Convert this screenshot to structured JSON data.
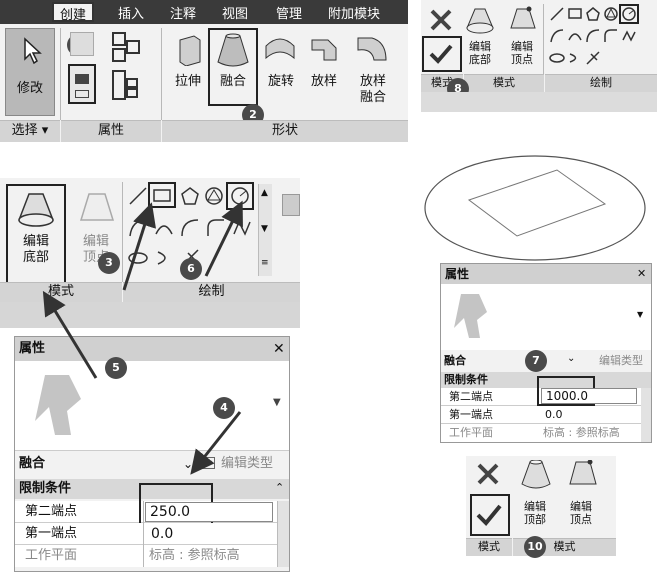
{
  "ribbon": {
    "tabs": [
      "创建",
      "插入",
      "注释",
      "视图",
      "管理",
      "附加模块"
    ],
    "modify_label": "修改",
    "select_label": "选择 ▾",
    "properties_label": "属性",
    "form_tools": [
      "拉伸",
      "融合",
      "旋转",
      "放样",
      "放样\n融合"
    ],
    "shape_label": "形状"
  },
  "mode_panel": {
    "edit_base": "编辑\n底部",
    "edit_vertex": "编辑\n顶点",
    "edit_top": "编辑\n顶部",
    "mode_label": "模式",
    "draw_label": "绘制"
  },
  "properties": {
    "title": "属性",
    "close": "✕",
    "family": "融合",
    "edit_type": "编辑类型",
    "constraints": "限制条件",
    "second_end_label": "第二端点",
    "second_end_value_a": "250.0",
    "second_end_value_b": "1000.0",
    "first_end_label": "第一端点",
    "first_end_value": "0.0",
    "work_plane_label": "工作平面",
    "work_plane_value": "标高 : 参照标高"
  },
  "callouts": [
    "1",
    "2",
    "3",
    "4",
    "5",
    "6",
    "7",
    "8",
    "10"
  ]
}
